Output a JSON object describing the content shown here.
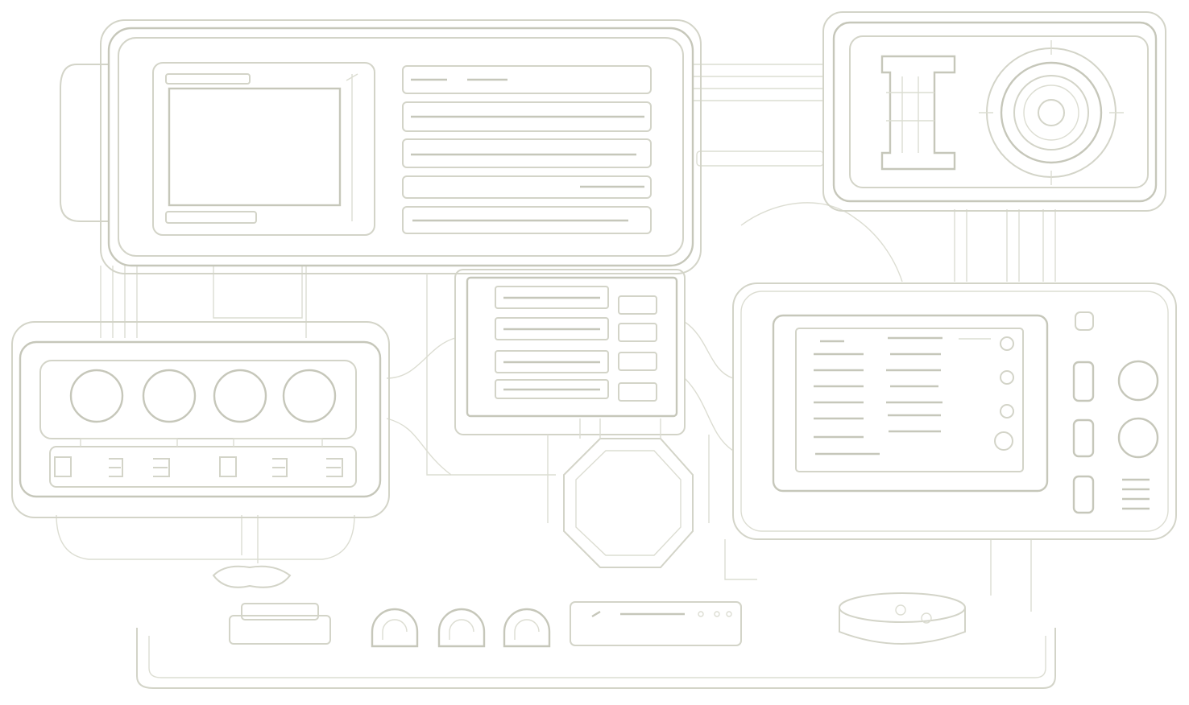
{
  "illustration": {
    "style": "line-art",
    "colors": {
      "background": "#ffffff",
      "stroke": "#d3d4c8",
      "stroke_dark": "#c6c7ba"
    },
    "panels": [
      {
        "name": "main-display-panel",
        "icon": "monitor-icon"
      },
      {
        "name": "dial-panel",
        "icon": "dial-icon"
      },
      {
        "name": "knob-panel",
        "icon": "knob-icon"
      },
      {
        "name": "list-panel",
        "icon": "list-icon"
      },
      {
        "name": "control-screen-panel",
        "icon": "control-screen-icon"
      },
      {
        "name": "base-console",
        "icon": "console-icon"
      }
    ]
  }
}
